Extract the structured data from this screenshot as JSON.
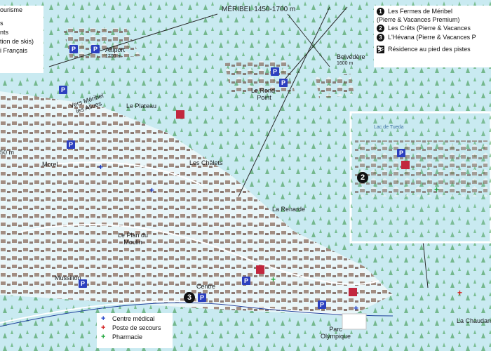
{
  "map": {
    "title": "MÉRIBEL 1450-1700 m",
    "places": [
      {
        "id": "altiport",
        "name": "Altiport",
        "alt": "1700 m"
      },
      {
        "id": "belvedere",
        "name": "Belvédère",
        "alt": "1600 m"
      },
      {
        "id": "rond-point",
        "name": "Le Rond-\nPoint",
        "alt": ""
      },
      {
        "id": "plateau",
        "name": "Le Plateau",
        "alt": ""
      },
      {
        "id": "vers-meribel",
        "name": "Vers Méribel\nles Allues",
        "alt": ""
      },
      {
        "id": "morel",
        "name": "Morel",
        "alt": ""
      },
      {
        "id": "chalets",
        "name": "Les Châlets",
        "alt": ""
      },
      {
        "id": "renarde",
        "name": "La Renarde",
        "alt": ""
      },
      {
        "id": "plan-du-moulin",
        "name": "Le Plan du\nMoulin",
        "alt": ""
      },
      {
        "id": "mussillon",
        "name": "Mussillon",
        "alt": ""
      },
      {
        "id": "centre",
        "name": "Centre",
        "alt": ""
      },
      {
        "id": "parc-olympique",
        "name": "Parc\nOlympique",
        "alt": ""
      },
      {
        "id": "la-chaudanne",
        "name": "La Chaudan",
        "alt": ""
      }
    ],
    "inset": {
      "lake": "Lac de Tueda"
    },
    "left_legend": [
      "ourisme",
      "s",
      "nts",
      "tion de skis)",
      "i Français"
    ],
    "left_altitude": "50 m",
    "parking_symbol": "P",
    "residences_legend": [
      {
        "num": "1",
        "text": "Les Fermes de Méribel\n(Pierre & Vacances Premium)"
      },
      {
        "num": "2",
        "text": "Les Crêts (Pierre & Vacances"
      },
      {
        "num": "3",
        "text": "L'Hévana (Pierre & Vacances P"
      },
      {
        "num": "",
        "text": "Résidence au pied des pistes"
      }
    ],
    "residence_markers": {
      "two": "2",
      "three": "3"
    },
    "services_legend": [
      {
        "symbol": "+",
        "color": "#1e40c8",
        "text": "Centre médical"
      },
      {
        "symbol": "+",
        "color": "#d21f1f",
        "text": "Poste de secours"
      },
      {
        "symbol": "+",
        "color": "#1ea53a",
        "text": "Pharmacie"
      }
    ],
    "colors": {
      "snow": "#c9eaf1",
      "forest": "#2f8f3c",
      "parking": "#2b3fbf",
      "roof": "#6b5147"
    }
  }
}
